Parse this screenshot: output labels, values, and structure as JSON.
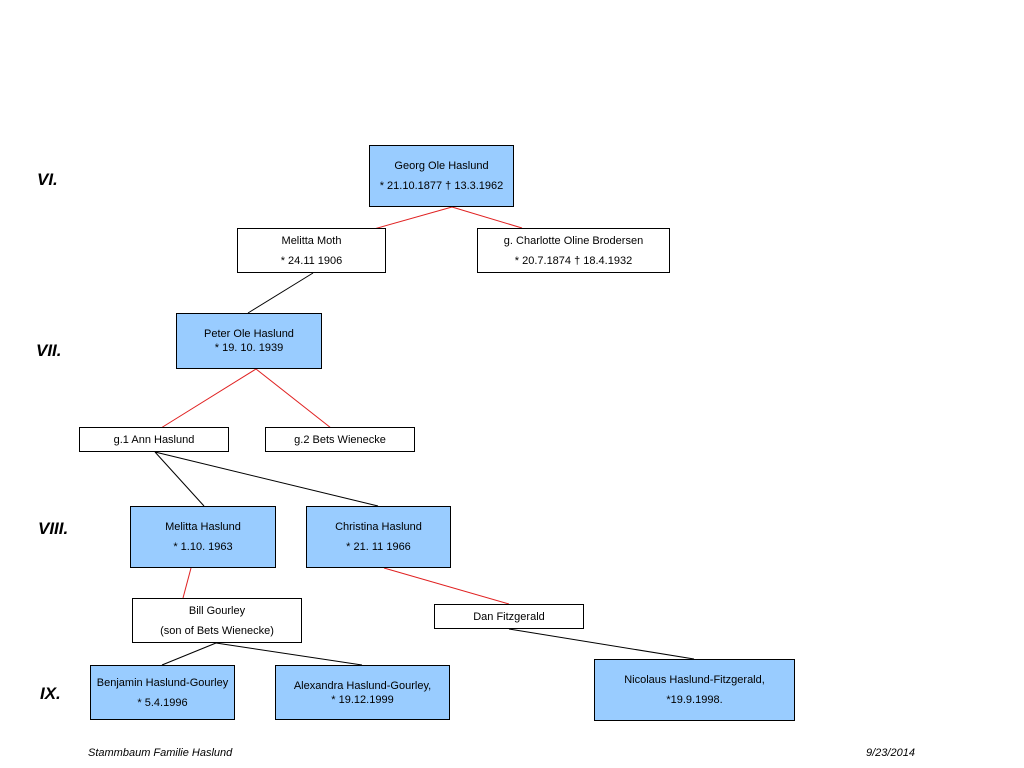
{
  "generations": {
    "vi": "VI.",
    "vii": "VII.",
    "viii": "VIII.",
    "ix": "IX."
  },
  "persons": {
    "georg": {
      "name": "Georg Ole  Haslund",
      "dates": "* 21.10.1877 † 13.3.1962"
    },
    "melitta_moth": {
      "name": "Melitta Moth",
      "dates": "* 24.11 1906"
    },
    "charlotte": {
      "name": "g. Charlotte Oline Brodersen",
      "dates": "* 20.7.1874 † 18.4.1932"
    },
    "peter": {
      "name": "Peter Ole Haslund",
      "dates": "* 19. 10. 1939"
    },
    "ann": {
      "name": "g.1 Ann Haslund"
    },
    "bets": {
      "name": "g.2 Bets Wienecke"
    },
    "melitta_h": {
      "name": "Melitta Haslund",
      "dates": "* 1.10. 1963"
    },
    "christina": {
      "name": "Christina Haslund",
      "dates": "* 21. 11 1966"
    },
    "bill": {
      "name": "Bill Gourley",
      "note": "(son of Bets Wienecke)"
    },
    "dan": {
      "name": "Dan Fitzgerald"
    },
    "benjamin": {
      "name": "Benjamin Haslund-Gourley",
      "dates": "* 5.4.1996"
    },
    "alexandra": {
      "name": "Alexandra Haslund-Gourley,",
      "dates": "*  19.12.1999"
    },
    "nicolaus": {
      "name": "Nicolaus Haslund-Fitzgerald,",
      "dates": "*19.9.1998."
    }
  },
  "footer": {
    "title": "Stammbaum Familie Haslund",
    "date": "9/23/2014"
  },
  "colors": {
    "blood_box": "#99ccff",
    "marriage_line": "#e02020",
    "descent_line": "#000000"
  }
}
